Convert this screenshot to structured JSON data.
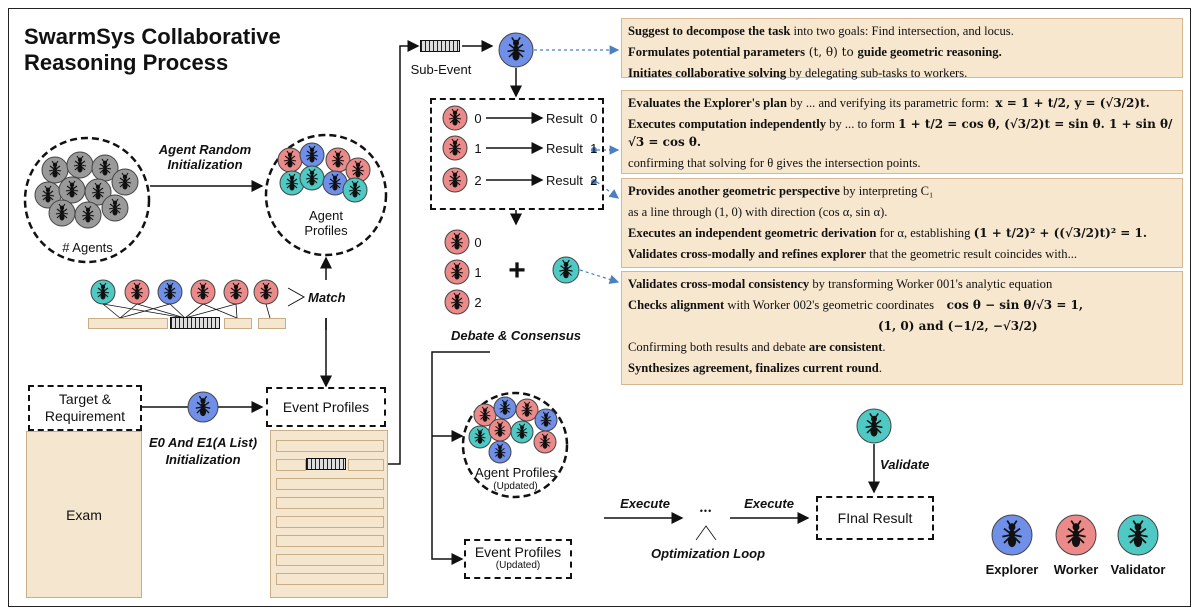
{
  "title_line1": "SwarmSys Collaborative",
  "title_line2": "Reasoning Process",
  "agents_label": "# Agents",
  "agent_random_init": "Agent Random",
  "agent_random_init2": "Initialization",
  "agent_profiles": "Agent",
  "agent_profiles2": "Profiles",
  "match_label": "Match",
  "target_req": "Target &",
  "target_req2": "Requirement",
  "event_profiles": "Event Profiles",
  "e0_init": "E0 And E1(A List)",
  "e0_init2": "Initialization",
  "exam": "Exam",
  "sub_event": "Sub-Event",
  "results": [
    {
      "id": "0",
      "label": "Result  0"
    },
    {
      "id": "1",
      "label": "Result  1"
    },
    {
      "id": "2",
      "label": "Result  2"
    }
  ],
  "debate_ids": [
    "0",
    "1",
    "2"
  ],
  "plus": "+",
  "debate_consensus": "Debate & Consensus",
  "agent_profiles_updated": "Agent Profiles",
  "updated": "(Updated)",
  "event_profiles_updated": "Event Profiles",
  "execute": "Execute",
  "dots": "•••",
  "optimization_loop": "Optimization Loop",
  "final_result": "FInal Result",
  "validate": "Validate",
  "legend": {
    "explorer": "Explorer",
    "worker": "Worker",
    "validator": "Validator"
  },
  "colors": {
    "explorer": "#6f8fe8",
    "worker": "#ec8a8a",
    "validator": "#4fc9c4",
    "gray": "#9a9a9a",
    "panel": "#f7e7cf",
    "link": "#4a7fc0"
  },
  "panel1": {
    "l1b": "Suggest to decompose the task",
    "l1": " into two goals: Find intersection, and locus.",
    "l2b": "Formulates potential parameters",
    "l2m": " (t, θ) to ",
    "l2b2": "guide geometric reasoning.",
    "l3b": "Initiates collaborative solving",
    "l3": " by delegating sub-tasks to workers."
  },
  "panel2": {
    "l1b": "Evaluates the Explorer's plan",
    "l1": " by ... and verifying its parametric form:",
    "l1m": "x = 1 + t/2,    y = (√3/2)t.",
    "l2b": "Executes computation independently",
    "l2": " by ... to form",
    "l2m": "1 + t/2 = cos θ,  (√3/2)t = sin θ.  1 + sin θ/√3 = cos θ.",
    "l3": "confirming that solving for θ gives the intersection points."
  },
  "panel3": {
    "l1b": "Provides another geometric perspective",
    "l1": " by interpreting C₁",
    "l2": "as a line through (1, 0) with direction (cos α, sin α).",
    "l3b": "Executes an independent geometric derivation",
    "l3": " for α, establishing",
    "l3m": "(1 + t/2)² + ((√3/2)t)² = 1.",
    "l4b": "Validates cross-modally and refines explorer",
    "l4": " that the geometric result coincides with..."
  },
  "panel4": {
    "l1b": "Validates cross-modal consistency",
    "l1": " by transforming Worker 001's analytic equation",
    "l2b": "Checks alignment",
    "l2": " with Worker 002's geometric coordinates",
    "l2m": "cos θ − sin θ/√3 = 1,",
    "l3m": "(1, 0)    and    (−1/2, −√3/2)",
    "l4": "Confirming both results and debate ",
    "l4b": "are consistent",
    "l4e": ".",
    "l5b": "Synthesizes agreement, finalizes current round",
    "l5e": "."
  }
}
